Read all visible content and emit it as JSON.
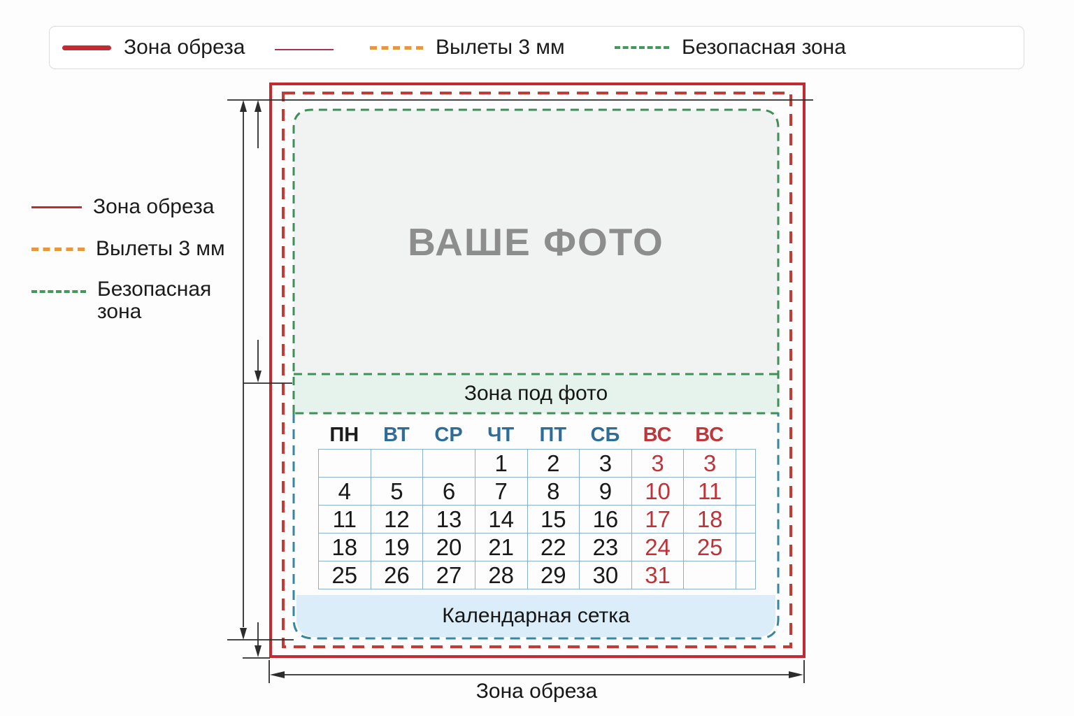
{
  "colors": {
    "trim_red": "#c22b31",
    "bleed_orange": "#e5993f",
    "safe_green": "#3f8f57",
    "calendar_teal": "#35869e",
    "weekday_header_blue": "#2e6e96",
    "weekend_red": "#c0373b",
    "photo_area_bg": "#f1f2f2",
    "photo_zone_band_bg": "#e6f3ec",
    "grid_band_bg": "#daedf8",
    "photo_text_gray": "#8d8d8d"
  },
  "legend_top": {
    "items": [
      {
        "label": "Зона обреза",
        "swatch": "red-solid-line"
      },
      {
        "label": "Вылеты 3 мм",
        "swatch": "orange-dashed-line"
      },
      {
        "label": "Безопасная зона",
        "swatch": "green-dashed-line"
      }
    ]
  },
  "legend_side": {
    "items": [
      {
        "label": "Зона обреза",
        "swatch": "red-solid-line"
      },
      {
        "label": "Вылеты 3 мм",
        "swatch": "orange-dashed-line"
      },
      {
        "label": "Безопасная зона",
        "swatch": "green-dashed-line"
      }
    ]
  },
  "mockup": {
    "photo_placeholder": "ВАШЕ ФОТО",
    "photo_zone_label": "Зона под фото",
    "grid_zone_label": "Календарная сетка",
    "trim_dimension_label": "Зона обреза",
    "calendar": {
      "day_headers": [
        "ПН",
        "ВТ",
        "СР",
        "ЧТ",
        "ПТ",
        "СБ",
        "ВС",
        "ВС"
      ],
      "day_header_colors": [
        "dark",
        "blue",
        "blue",
        "blue",
        "blue",
        "blue",
        "red",
        "red"
      ],
      "weeks": [
        [
          "",
          "",
          "",
          "1",
          "2",
          "3",
          "3",
          "3",
          ""
        ],
        [
          "4",
          "5",
          "6",
          "7",
          "8",
          "9",
          "10",
          "11",
          ""
        ],
        [
          "11",
          "12",
          "13",
          "14",
          "15",
          "16",
          "17",
          "18",
          ""
        ],
        [
          "18",
          "19",
          "20",
          "21",
          "22",
          "23",
          "24",
          "25",
          ""
        ],
        [
          "25",
          "26",
          "27",
          "28",
          "29",
          "30",
          "31",
          "",
          ""
        ]
      ],
      "weekend_columns": [
        6,
        7
      ]
    }
  }
}
